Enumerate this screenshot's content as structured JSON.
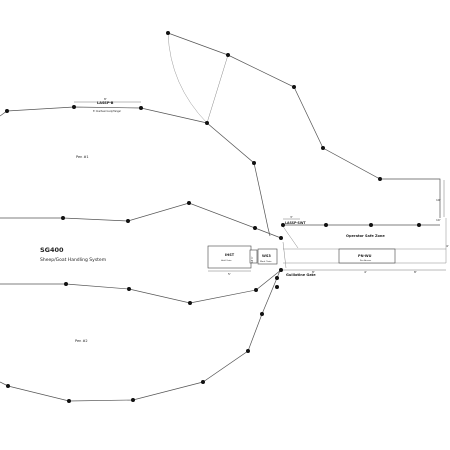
{
  "title": "SG400",
  "subtitle": "Sheep/Goat Handling System",
  "labels": {
    "pen1": "Pen #1",
    "pen2": "Pen #2",
    "operator_zone": "Operator Safe Zone",
    "guillotine": "Guillotine Gate",
    "lassp_b": "LASSP-B",
    "lassp_b_sub": "8' Overhead Loop/Hanger",
    "lassp_swt": "LASSP-SWT",
    "ihst": "IHST",
    "ihst_sub": "Hold Crate",
    "ws3": "WS3",
    "ws3_sub": "Work Chute",
    "ap": "AP 4'",
    "pn": "PN-WU",
    "pn_sub": "Pen Access"
  },
  "dimensions": {
    "d_top": "8'",
    "d_swt": "3'",
    "d_right": "10'",
    "d_right_mid": "10'",
    "d_right_low": "4'",
    "d_ihst": "5'",
    "d_bot1": "8'",
    "d_bot2": "4'",
    "d_bot3": "8'"
  }
}
